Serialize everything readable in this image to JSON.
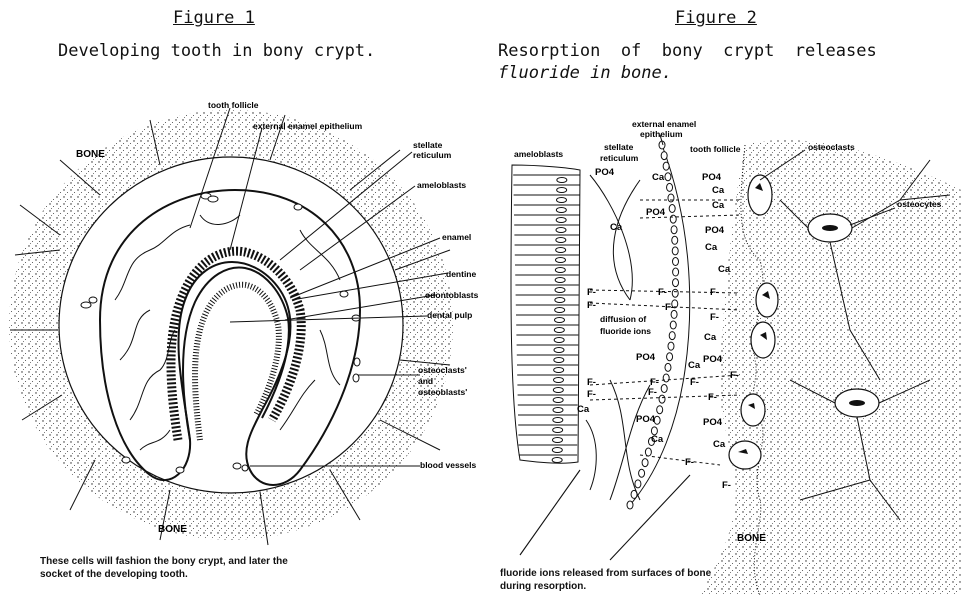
{
  "figure1": {
    "heading": "Figure 1",
    "caption": "Developing tooth in bony crypt.",
    "labels": {
      "bone_top": "BONE",
      "bone_bottom": "BONE",
      "tooth_follicle": "tooth follicle",
      "external_enamel_epithelium": "external enamel epithelium",
      "stellate_reticulum_1": "stellate",
      "stellate_reticulum_2": "reticulum",
      "ameloblasts": "ameloblasts",
      "enamel": "enamel",
      "dentine": "dentine",
      "odontoblasts": "odontoblasts",
      "dental_pulp": "dental pulp",
      "osteoclasts_1": "osteoclasts'",
      "osteoclasts_2": "and",
      "osteoclasts_3": "osteoblasts'",
      "blood_vessels": "blood vessels"
    },
    "footnote_line1": "These cells will fashion the bony crypt, and later the",
    "footnote_line2": "socket of the developing tooth."
  },
  "figure2": {
    "heading": "Figure 2",
    "caption_part1": "Resorption  of  bony  crypt  releases",
    "caption_part2": "fluoride in bone.",
    "labels": {
      "external_enamel_1": "external enamel",
      "external_enamel_2": "epithelium",
      "ameloblasts": "ameloblasts",
      "stellate_1": "stellate",
      "stellate_2": "reticulum",
      "tooth_follicle": "tooth follicle",
      "osteoclasts": "osteoclasts",
      "osteocytes": "osteocytes",
      "diffusion_1": "diffusion of",
      "diffusion_2": "fluoride ions",
      "bone": "BONE"
    },
    "ions": {
      "po4": "PO4",
      "ca": "Ca",
      "f": "F-"
    },
    "footnote_line1": "fluoride ions released from surfaces of bone",
    "footnote_line2": "during resorption."
  }
}
